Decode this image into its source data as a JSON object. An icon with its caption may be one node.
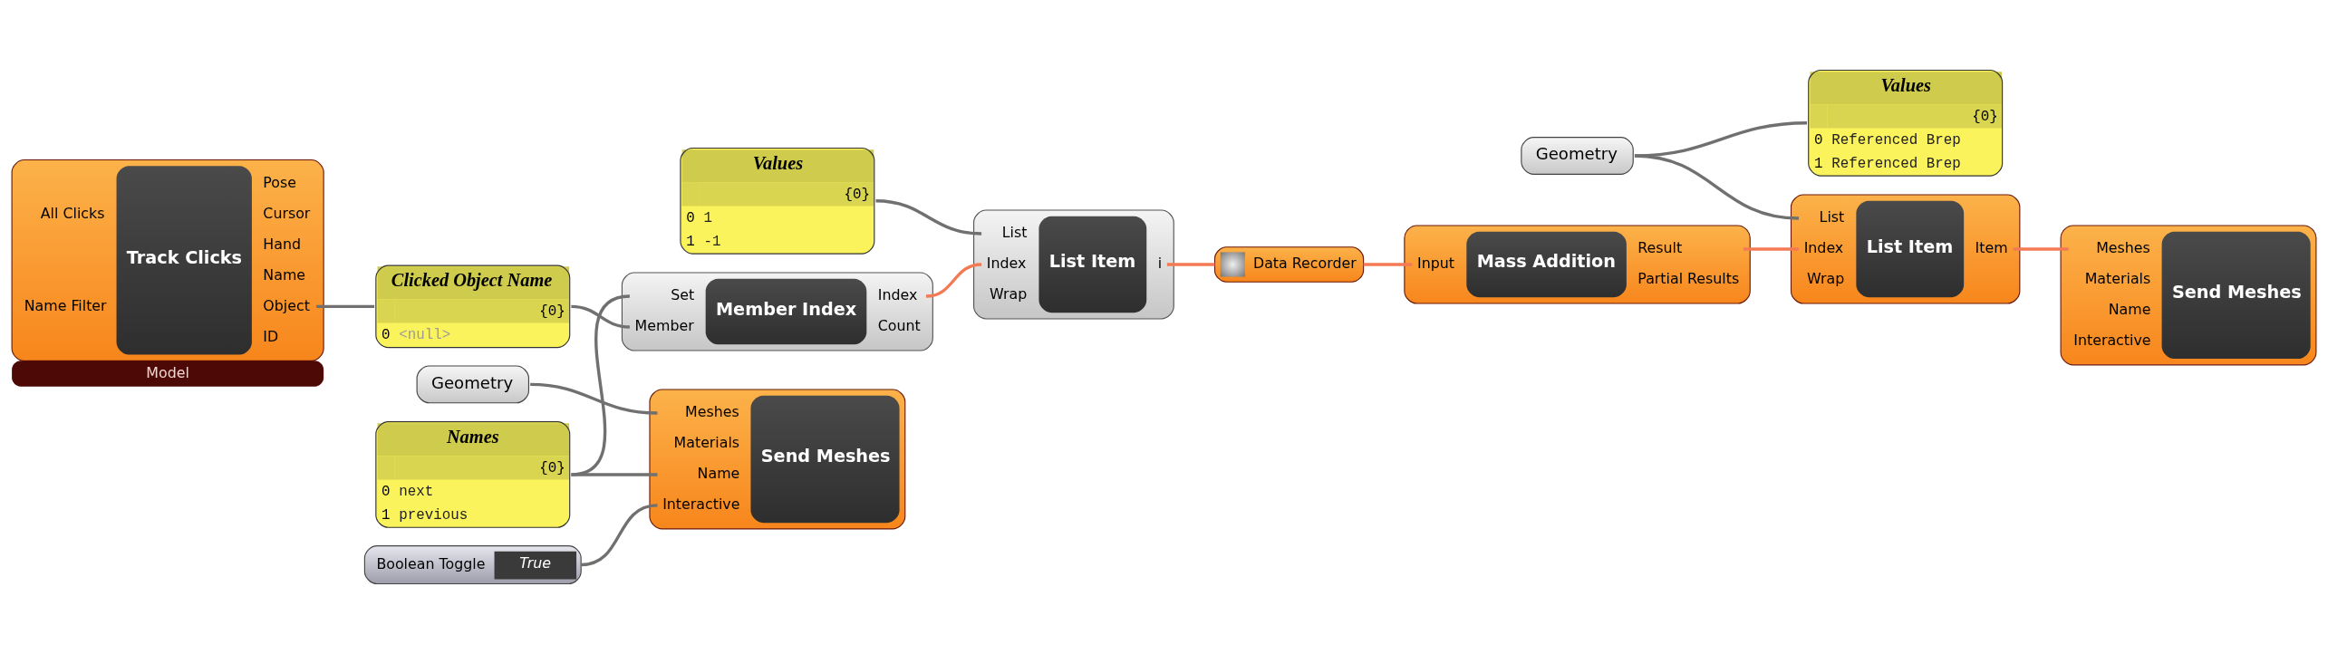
{
  "diagram": {
    "nodes": [
      {
        "text": [
          "All Clicks",
          "Name Filter",
          "Track Clicks",
          "Pose",
          "Cursor",
          "Hand",
          "Name",
          "Object",
          "ID",
          "Model"
        ]
      },
      {
        "text": [
          "Clicked Object Name",
          "{0}",
          "0",
          "<null>"
        ]
      },
      {
        "text": [
          "Geometry"
        ]
      },
      {
        "text": [
          "Meshes",
          "Materials",
          "Name",
          "Interactive",
          "Send Meshes"
        ]
      },
      {
        "text": [
          "Names",
          "{0}",
          "0",
          "next",
          "1",
          "previous"
        ]
      },
      {
        "text": [
          "Boolean Toggle",
          "True"
        ]
      },
      {
        "text": [
          "Values",
          "{0}",
          "0",
          "1",
          "1",
          "-1"
        ]
      },
      {
        "text": [
          "Set",
          "Member",
          "Member Index",
          "Index",
          "Count"
        ]
      },
      {
        "text": [
          "List",
          "Index",
          "Wrap",
          "List Item",
          "i"
        ]
      },
      {
        "text": [
          "Data Recorder"
        ]
      },
      {
        "text": [
          "Input",
          "Mass Addition",
          "Result",
          "Partial Results"
        ]
      },
      {
        "text": [
          "Geometry"
        ]
      },
      {
        "text": [
          "Values",
          "{0}",
          "0",
          "Referenced Brep",
          "1",
          "Referenced Brep"
        ]
      },
      {
        "text": [
          "List",
          "Index",
          "Wrap",
          "List Item",
          "Item"
        ]
      },
      {
        "text": [
          "Meshes",
          "Materials",
          "Name",
          "Interactive",
          "Send Meshes"
        ]
      }
    ],
    "edges": [
      {
        "from": 0,
        "to": 1,
        "arrow": "none"
      },
      {
        "from": 1,
        "to": 7,
        "arrow": "none"
      },
      {
        "from": 2,
        "to": 3,
        "arrow": "none"
      },
      {
        "from": 4,
        "to": 3,
        "arrow": "none"
      },
      {
        "from": 4,
        "to": 7,
        "arrow": "none"
      },
      {
        "from": 5,
        "to": 3,
        "arrow": "none"
      },
      {
        "from": 6,
        "to": 8,
        "arrow": "none"
      },
      {
        "from": 7,
        "to": 8,
        "arrow": "none",
        "color": "#f47a55"
      },
      {
        "from": 8,
        "to": 9,
        "arrow": "none",
        "color": "#f47a55"
      },
      {
        "from": 9,
        "to": 10,
        "arrow": "none",
        "color": "#f47a55"
      },
      {
        "from": 10,
        "to": 13,
        "arrow": "none",
        "color": "#f47a55"
      },
      {
        "from": 11,
        "to": 12,
        "arrow": "none"
      },
      {
        "from": 11,
        "to": 13,
        "arrow": "none"
      },
      {
        "from": 13,
        "to": 14,
        "arrow": "none",
        "color": "#f47a55"
      }
    ]
  }
}
